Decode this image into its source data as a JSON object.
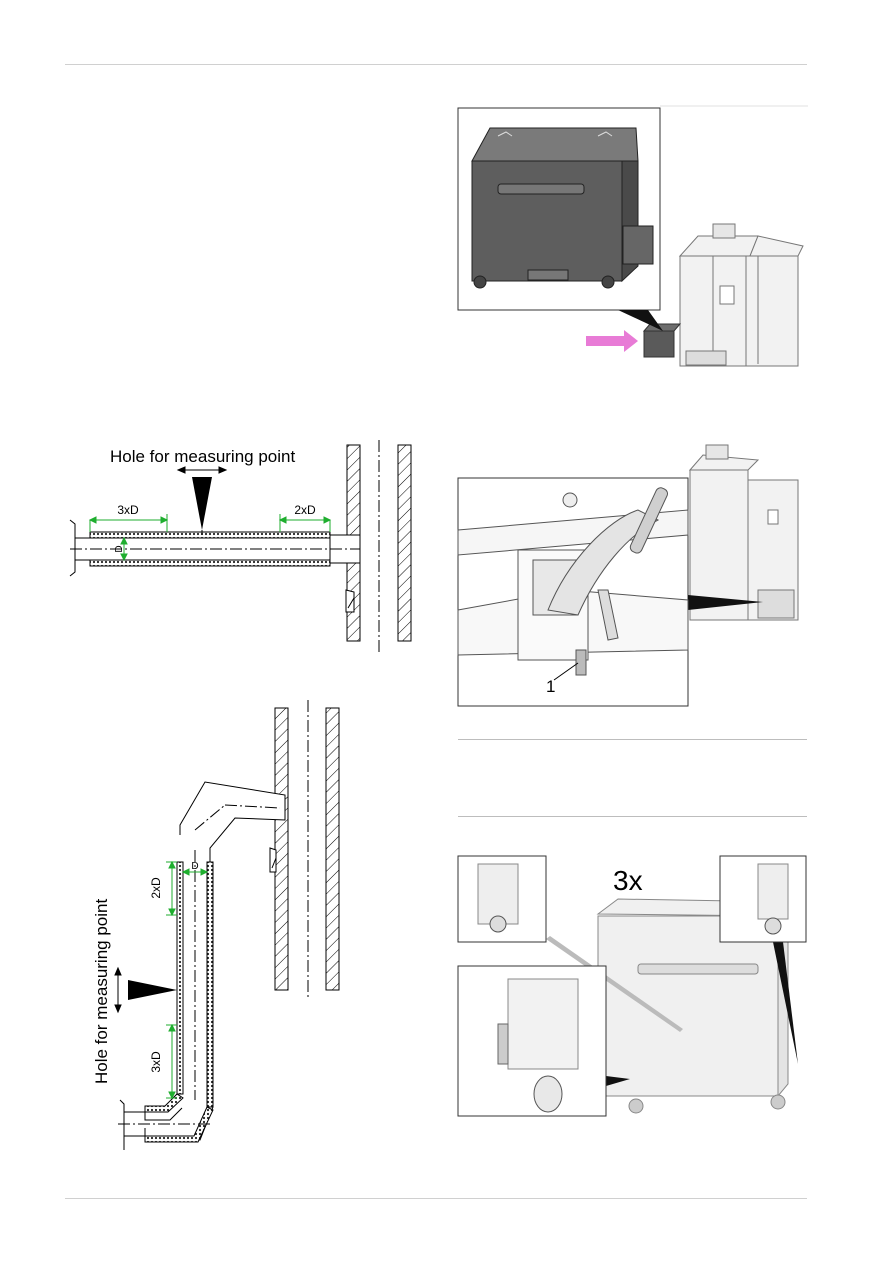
{
  "diagram_horizontal": {
    "hole_label": "Hole for measuring point",
    "dim_upstream": "3xD",
    "dim_downstream": "2xD",
    "dim_diameter": "D"
  },
  "diagram_vertical": {
    "hole_label": "Hole for measuring point",
    "dim_upstream": "3xD",
    "dim_downstream": "2xD",
    "dim_diameter": "D"
  },
  "figure_lock": {
    "callout": "1"
  },
  "figure_castors": {
    "count_label": "3x"
  },
  "colors": {
    "dimension": "#1fae2f",
    "arrow": "#e87bd6",
    "housing": "#5e5e5e"
  }
}
